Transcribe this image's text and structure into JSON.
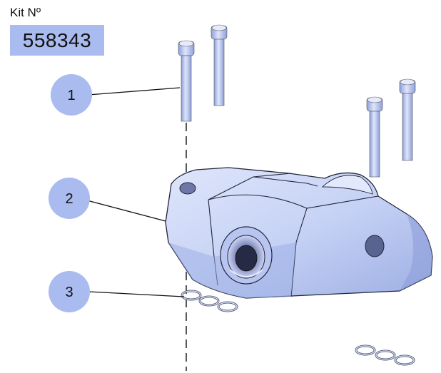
{
  "kit": {
    "label": "Kit Nº",
    "number": "558343"
  },
  "callouts": [
    {
      "number": "1",
      "part": "bolt"
    },
    {
      "number": "2",
      "part": "manifold-cover"
    },
    {
      "number": "3",
      "part": "o-ring"
    }
  ],
  "colors": {
    "callout_fill": "#a9bbef",
    "kit_box": "#a9bbef",
    "part_body": "#c6d2f5",
    "part_shadow": "#8e9fda",
    "outline": "#1a1a2e"
  }
}
